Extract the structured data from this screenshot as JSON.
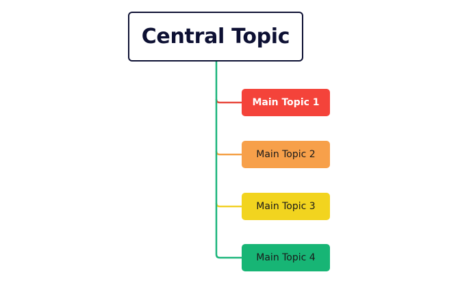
{
  "central_topic": {
    "label": "Central Topic",
    "border_color": "#0d1033"
  },
  "trunk_color": "#1ab57a",
  "main_topics": [
    {
      "label": "Main Topic 1",
      "fill": "#f4433a",
      "text_color": "#ffffff",
      "connector_color": "#e84a3f",
      "bold": true
    },
    {
      "label": "Main Topic 2",
      "fill": "#f7a04a",
      "text_color": "#1a1a1a",
      "connector_color": "#f4a148",
      "bold": false
    },
    {
      "label": "Main Topic 3",
      "fill": "#f2d41f",
      "text_color": "#1a1a1a",
      "connector_color": "#f2d12a",
      "bold": false
    },
    {
      "label": "Main Topic 4",
      "fill": "#17b575",
      "text_color": "#1a1a1a",
      "connector_color": "#1ab57a",
      "bold": false
    }
  ]
}
